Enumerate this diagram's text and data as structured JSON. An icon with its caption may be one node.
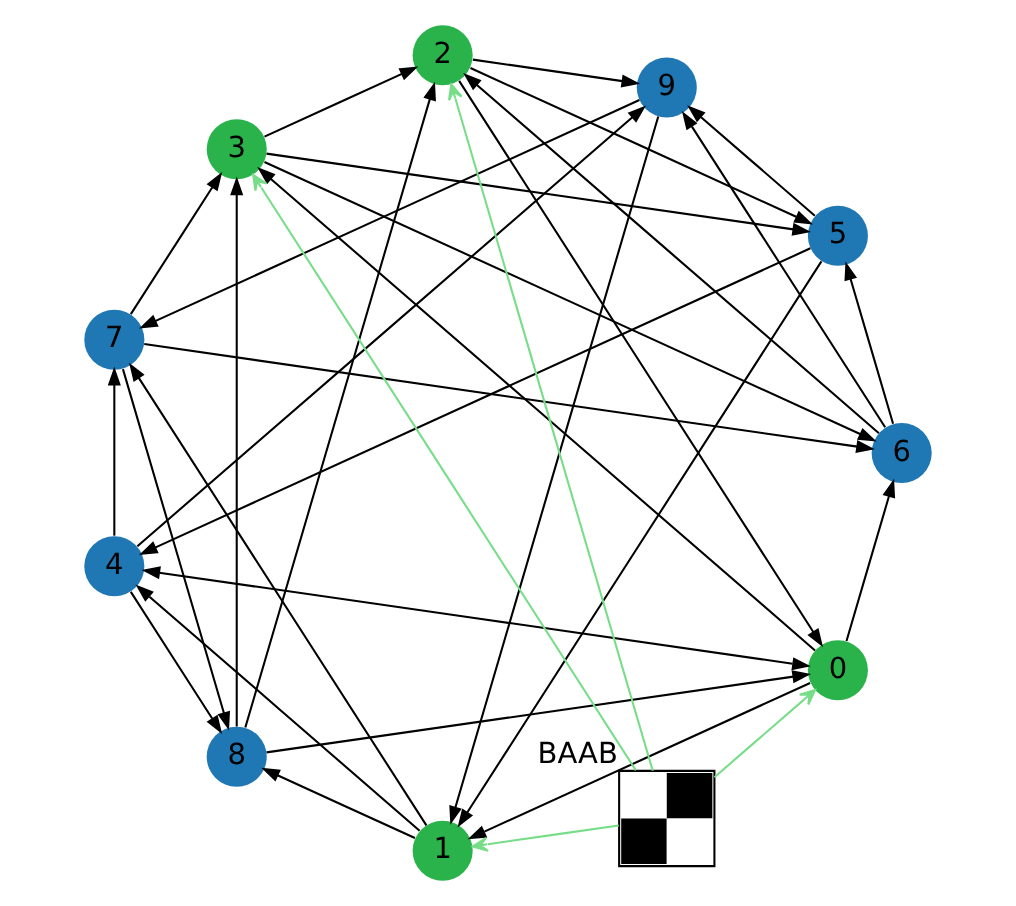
{
  "diagram": {
    "nodes": [
      {
        "text": [
          "0"
        ]
      },
      {
        "text": [
          "1"
        ]
      },
      {
        "text": [
          "2"
        ]
      },
      {
        "text": [
          "3"
        ]
      },
      {
        "text": [
          "4"
        ]
      },
      {
        "text": [
          "5"
        ]
      },
      {
        "text": [
          "6"
        ]
      },
      {
        "text": [
          "7"
        ]
      },
      {
        "text": [
          "8"
        ]
      },
      {
        "text": [
          "9"
        ]
      },
      {
        "text": [],
        "shape": "picture",
        "beside": [
          "BAAB"
        ]
      }
    ],
    "edges": [
      {
        "from": 10,
        "to": 3,
        "arrow": "to",
        "color": "#77dd88"
      },
      {
        "from": 10,
        "to": 2,
        "arrow": "to",
        "color": "#77dd88"
      },
      {
        "from": 10,
        "to": 1,
        "arrow": "to",
        "color": "#77dd88"
      },
      {
        "from": 10,
        "to": 0,
        "arrow": "to",
        "color": "#77dd88"
      },
      {
        "from": 3,
        "to": 2,
        "arrow": "to"
      },
      {
        "from": 1,
        "to": 4,
        "arrow": "to"
      },
      {
        "from": 5,
        "to": 4,
        "arrow": "to"
      },
      {
        "from": 6,
        "to": 5,
        "arrow": "to"
      },
      {
        "from": 7,
        "to": 6,
        "arrow": "to"
      },
      {
        "from": 7,
        "to": 8,
        "arrow": "to"
      },
      {
        "from": 9,
        "to": 1,
        "arrow": "to"
      },
      {
        "from": 0,
        "to": 1,
        "arrow": "to"
      },
      {
        "from": 8,
        "to": 2,
        "arrow": "to"
      },
      {
        "from": 7,
        "to": 3,
        "arrow": "to"
      },
      {
        "from": 8,
        "to": 3,
        "arrow": "to"
      },
      {
        "from": 0,
        "to": 3,
        "arrow": "to"
      },
      {
        "from": 0,
        "to": 4,
        "arrow": "both"
      },
      {
        "from": 4,
        "to": 7,
        "arrow": "to"
      },
      {
        "from": 4,
        "to": 8,
        "arrow": "to"
      },
      {
        "from": 4,
        "to": 9,
        "arrow": "to"
      },
      {
        "from": 5,
        "to": 9,
        "arrow": "to"
      },
      {
        "from": 6,
        "to": 9,
        "arrow": "to"
      },
      {
        "from": 2,
        "to": 9,
        "arrow": "to"
      },
      {
        "from": 5,
        "to": 1,
        "arrow": "to"
      },
      {
        "from": 3,
        "to": 5,
        "arrow": "to"
      },
      {
        "from": 2,
        "to": 5,
        "arrow": "to"
      },
      {
        "from": 6,
        "to": 2,
        "arrow": "to"
      },
      {
        "from": 3,
        "to": 6,
        "arrow": "to"
      },
      {
        "from": 0,
        "to": 6,
        "arrow": "to"
      },
      {
        "from": 1,
        "to": 7,
        "arrow": "to"
      },
      {
        "from": 9,
        "to": 7,
        "arrow": "to"
      },
      {
        "from": 1,
        "to": 8,
        "arrow": "to"
      },
      {
        "from": 8,
        "to": 0,
        "arrow": "to"
      },
      {
        "from": 2,
        "to": 0,
        "arrow": "to"
      }
    ]
  }
}
